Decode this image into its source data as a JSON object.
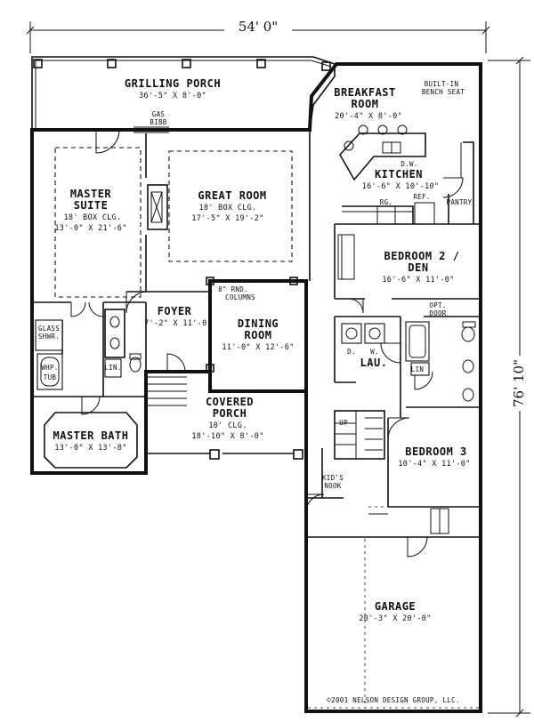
{
  "overall": {
    "width": "54' 0\"",
    "depth": "76' 10\""
  },
  "rooms": {
    "grilling_porch": {
      "name": "GRILLING PORCH",
      "dims": "36'-5\" X 8'-0\""
    },
    "gas_bibb": "GAS\nBIBB",
    "breakfast": {
      "name1": "BREAKFAST",
      "name2": "ROOM",
      "dims": "20'-4\" X 8'-0\""
    },
    "bench_seat": {
      "line1": "BUILT-IN",
      "line2": "BENCH SEAT"
    },
    "kitchen": {
      "name": "KITCHEN",
      "dims": "16'-6\" X 10'-10\"",
      "dw": "D.W.",
      "ref": "REF.",
      "rg": "RG.",
      "pantry": "PANTRY"
    },
    "master_suite": {
      "name1": "MASTER",
      "name2": "SUITE",
      "clg": "18' BOX CLG.",
      "dims": "13'-0\" X 21'-6\""
    },
    "great_room": {
      "name": "GREAT ROOM",
      "clg": "18' BOX CLG.",
      "dims": "17'-5\" X 19'-2\""
    },
    "bedroom2": {
      "name1": "BEDROOM 2 /",
      "name2": "DEN",
      "dims": "16'-6\" X 11'-0\""
    },
    "foyer": {
      "name": "FOYER",
      "dims": "7'-2\" X 11'-0\""
    },
    "columns": {
      "line1": "8\" RND.",
      "line2": "COLUMNS"
    },
    "dining": {
      "name1": "DINING",
      "name2": "ROOM",
      "dims": "11'-0\" X 12'-6\""
    },
    "opt_door": {
      "line1": "OPT.",
      "line2": "DOOR"
    },
    "laundry": {
      "name": "LAU.",
      "d": "D.",
      "w": "W."
    },
    "glass_shwr": {
      "line1": "GLASS",
      "line2": "SHWR."
    },
    "whp_tub": {
      "line1": "WHP.",
      "line2": "TUB"
    },
    "lin": "LIN.",
    "lin2": "LIN",
    "covered_porch": {
      "name1": "COVERED",
      "name2": "PORCH",
      "clg": "10' CLG.",
      "dims": "18'-10\" X 8'-0\""
    },
    "master_bath": {
      "name": "MASTER BATH",
      "dims": "13'-0\" X 13'-8\""
    },
    "up": "UP",
    "bedroom3": {
      "name": "BEDROOM 3",
      "dims": "10'-4\" X 11'-0\""
    },
    "kids_nook": {
      "line1": "KID'S",
      "line2": "NOOK"
    },
    "garage": {
      "name": "GARAGE",
      "dims": "20'-3\" X 20'-0\""
    }
  },
  "copyright": "©2001 NELSON DESIGN GROUP, LLC."
}
